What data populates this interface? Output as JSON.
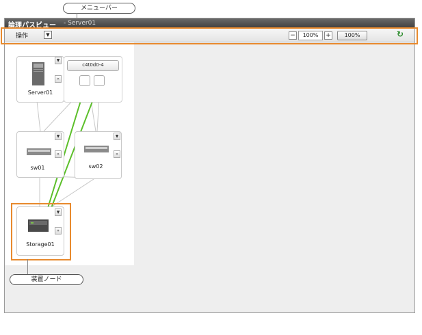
{
  "callouts": {
    "menubar": "メニューバー",
    "device_node": "装置ノード"
  },
  "window": {
    "title": "論理パスビュー",
    "subtitle": "- Server01"
  },
  "menubar": {
    "operation_label": "操作",
    "dropdown_glyph": "▼",
    "zoom_out": "−",
    "zoom_value": "100%",
    "zoom_in": "+",
    "zoom_reset": "100%",
    "refresh_glyph": "↻"
  },
  "nodes": {
    "server": {
      "label": "Server01",
      "hba": "c4t0d0-4"
    },
    "sw01": {
      "label": "sw01"
    },
    "sw02": {
      "label": "sw02"
    },
    "storage": {
      "label": "Storage01"
    }
  },
  "node_buttons": {
    "menu": "▼",
    "collapse": "«",
    "expand": "»"
  },
  "colors": {
    "highlight": "#e88a2e",
    "active_path": "#5cbf2a",
    "inactive_path": "#c8c8c8"
  }
}
